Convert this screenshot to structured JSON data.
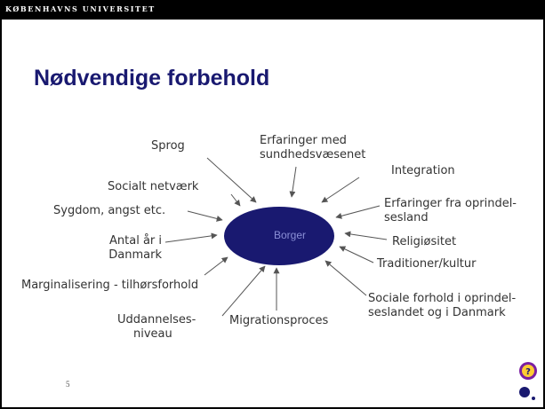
{
  "header": {
    "university": "KØBENHAVNS UNIVERSITET"
  },
  "title": "Nødvendige forbehold",
  "center_node": "Borger",
  "labels": {
    "sprog": "Sprog",
    "erfaringer_1": "Erfaringer med",
    "erfaringer_2": "sundhedsvæsenet",
    "integration": "Integration",
    "socialt_netvaerk": "Socialt netværk",
    "erfaringer_fra_1": "Erfaringer fra oprindel-",
    "erfaringer_fra_2": "sesland",
    "sygdom": "Sygdom, angst etc.",
    "antal_1": "Antal år i",
    "antal_2": "Danmark",
    "religiositet": "Religiøsitet",
    "traditioner": "Traditioner/kultur",
    "marginalisering": "Marginalisering - tilhørsforhold",
    "sociale_1": "Sociale forhold i oprindel-",
    "sociale_2": "seslandet og i Danmark",
    "uddannelse_1": "Uddannelses-",
    "uddannelse_2": "niveau",
    "migration": "Migrationsproces"
  },
  "page_number": "5",
  "colors": {
    "title": "#191970",
    "node_fill": "#191970",
    "node_text": "#8a8fd6",
    "text": "#333333",
    "frame": "#000000"
  },
  "icons": [
    "university-seal-icon"
  ]
}
